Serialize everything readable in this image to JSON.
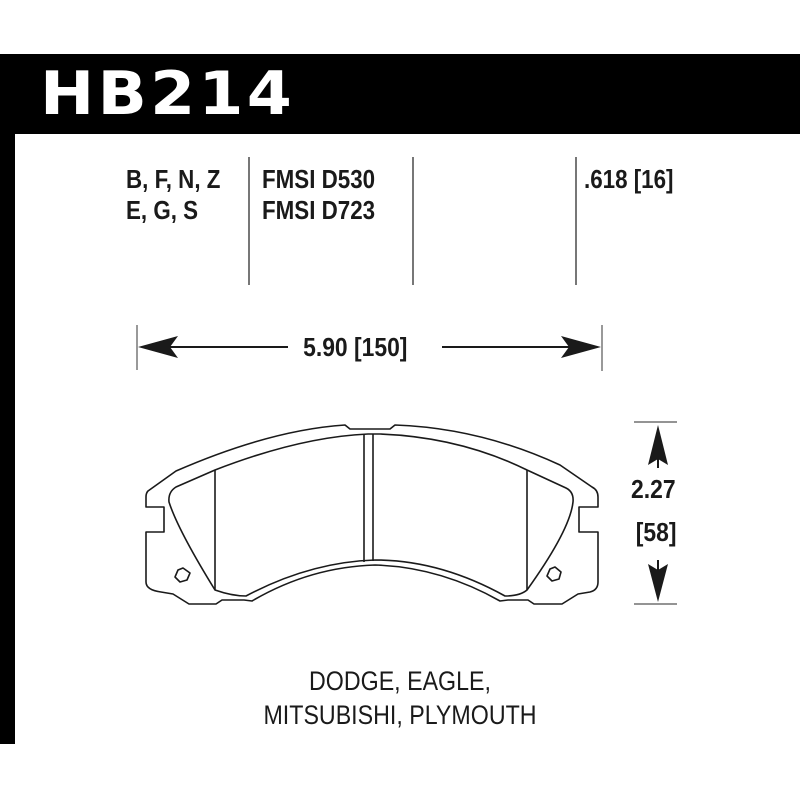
{
  "header": {
    "part_number": "HB214",
    "background_color": "#000000",
    "text_color": "#ffffff"
  },
  "specs": {
    "compounds_line1": "B, F, N, Z",
    "compounds_line2": "E, G, S",
    "fmsi_line1": "FMSI D530",
    "fmsi_line2": "FMSI D723",
    "thickness": ".618 [16]"
  },
  "dimensions": {
    "width": "5.90 [150]",
    "height_in": "2.27",
    "height_mm": "[58]"
  },
  "fitment": {
    "line1": "DODGE, EAGLE,",
    "line2": "MITSUBISHI, PLYMOUTH"
  },
  "icons": {
    "arrow_left": "arrow-left-icon",
    "arrow_right": "arrow-right-icon",
    "arrow_up": "arrow-up-icon",
    "arrow_down": "arrow-down-icon"
  }
}
